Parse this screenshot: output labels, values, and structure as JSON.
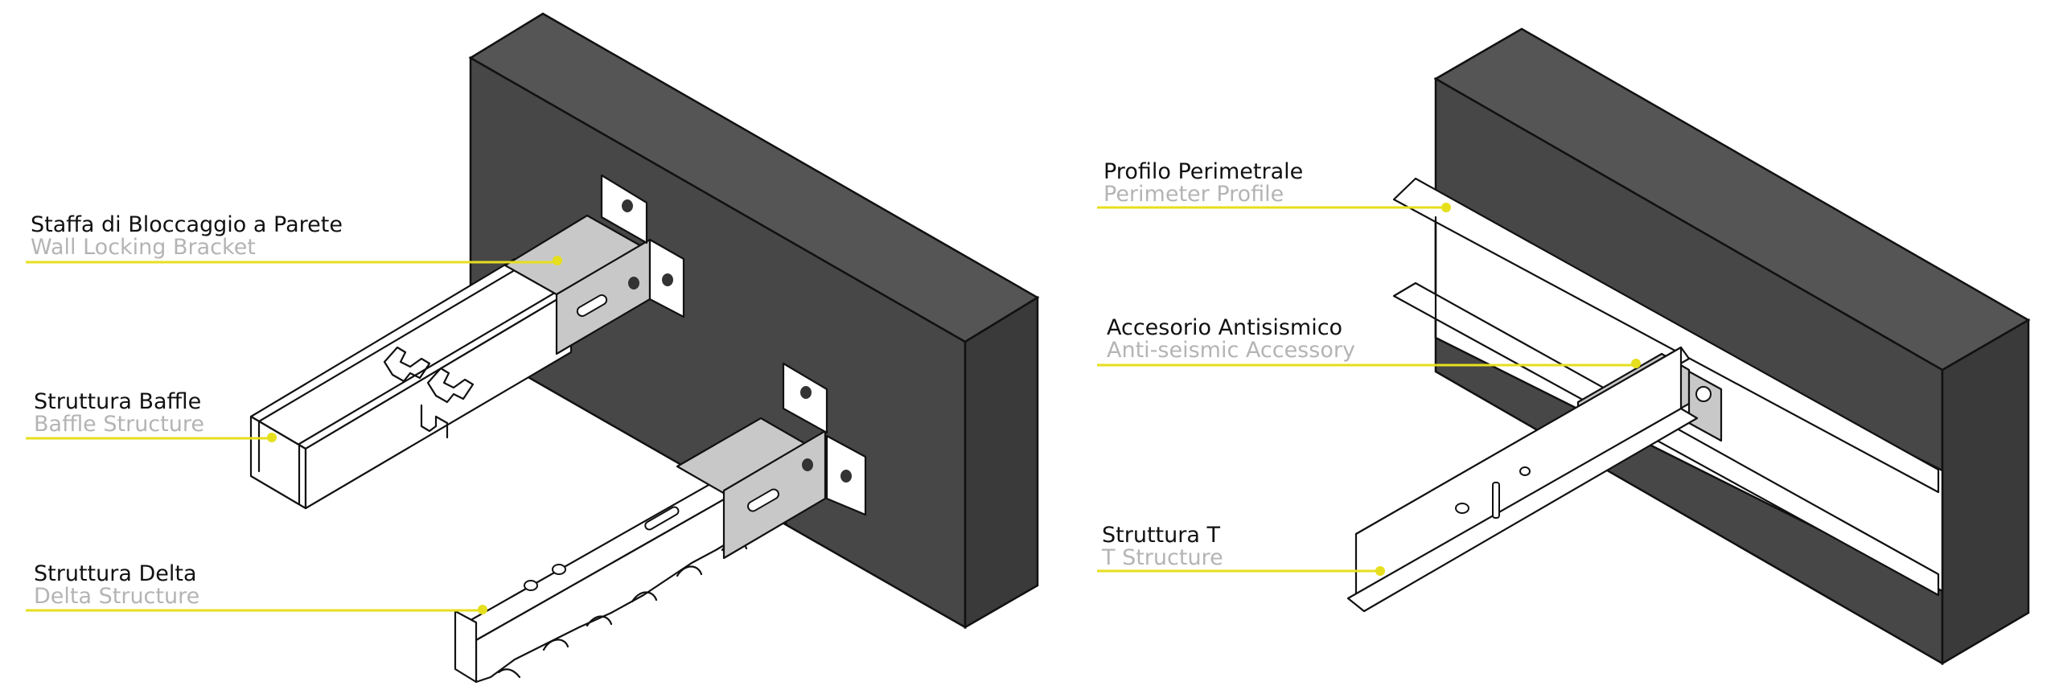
{
  "colors": {
    "wall_front": "#474747",
    "wall_side": "#3a3a3a",
    "wall_top": "#555555",
    "metal_light": "#ffffff",
    "metal_grey": "#c8c8c8",
    "leader": "#e6df1e",
    "translation_text": "#b4b4b4",
    "label_text": "#111111"
  },
  "left_panel": {
    "callouts": [
      {
        "it": "Staffa di Bloccaggio a Parete",
        "en": "Wall Locking Bracket"
      },
      {
        "it": "Struttura Baffle",
        "en": "Baffle Structure"
      },
      {
        "it": "Struttura Delta",
        "en": "Delta Structure"
      }
    ]
  },
  "right_panel": {
    "callouts": [
      {
        "it": "Profilo Perimetrale",
        "en": "Perimeter Profile"
      },
      {
        "it": "Accesorio Antisismico",
        "en": "Anti-seismic Accessory"
      },
      {
        "it": "Struttura T",
        "en": "T Structure"
      }
    ]
  }
}
